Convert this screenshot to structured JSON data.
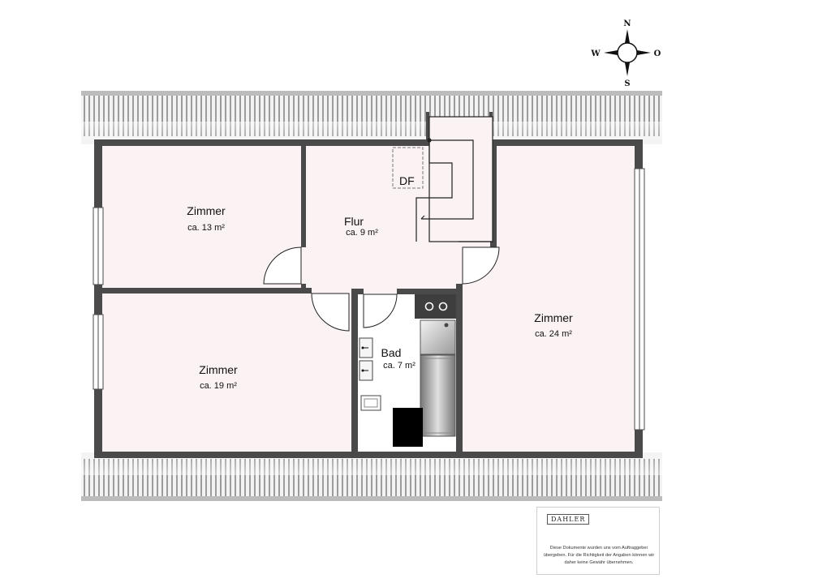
{
  "compass": {
    "north": "N",
    "south": "S",
    "west": "W",
    "east": "O"
  },
  "rooms": [
    {
      "name": "Zimmer",
      "area": "ca. 13 m²"
    },
    {
      "name": "Flur",
      "area": "ca. 9 m²"
    },
    {
      "name": "Zimmer",
      "area": "ca. 24 m²"
    },
    {
      "name": "Zimmer",
      "area": "ca. 19 m²"
    },
    {
      "name": "Bad",
      "area": "ca. 7 m²"
    }
  ],
  "labels": {
    "df": "DF"
  },
  "brand": "DAHLER",
  "disclaimer": "Diese Dokumente wurden uns vom Auftraggeber übergeben. Für die Richtigkeit der Angaben können wir daher keine Gewähr übernehmen.",
  "colors": {
    "floor": "#fbf2f3",
    "wall": "#4a4a4a"
  }
}
